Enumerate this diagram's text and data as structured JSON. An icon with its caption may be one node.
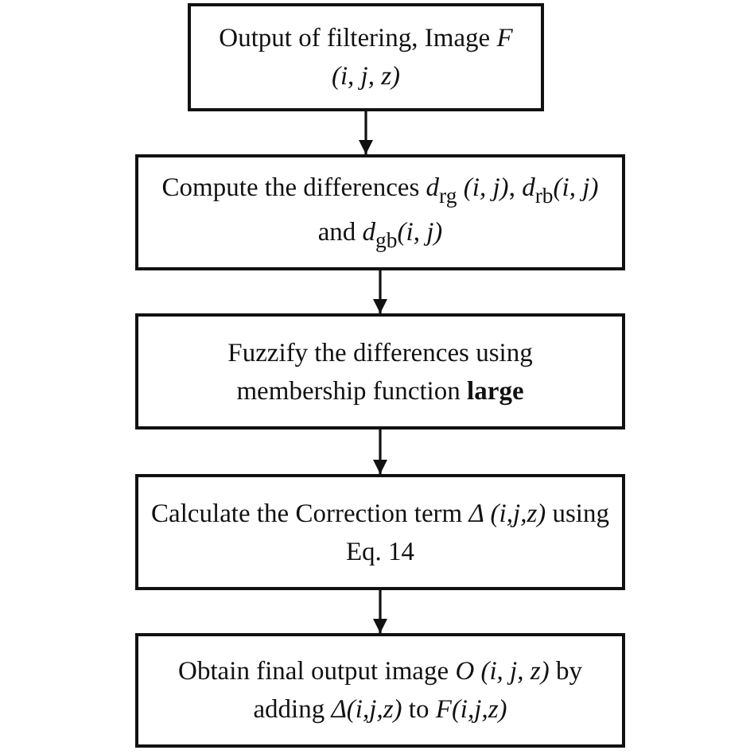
{
  "diagram": {
    "nodes": [
      {
        "text": [
          "Output of filtering, Image *F (i, j, z)*"
        ]
      },
      {
        "text": [
          "Compute the differences *d*$_{rg}$ *(i, j)*, *d*$_{rb}$*(i, j)* and *d*$_{gb}$*(i, j)*"
        ]
      },
      {
        "text": [
          "Fuzzify the differences using membership function **large**"
        ]
      },
      {
        "text": [
          "Calculate the Correction term *Δ (i,j,z)* using Eq. 14"
        ]
      },
      {
        "text": [
          "Obtain final output image *O (i, j, z)* by adding *Δ(i,j,z)* to *F(i,j,z)*"
        ]
      }
    ],
    "edges": [
      {
        "from": 0,
        "to": 1,
        "arrow": "to"
      },
      {
        "from": 1,
        "to": 2,
        "arrow": "to"
      },
      {
        "from": 2,
        "to": 3,
        "arrow": "to"
      },
      {
        "from": 3,
        "to": 4,
        "arrow": "to"
      }
    ]
  }
}
